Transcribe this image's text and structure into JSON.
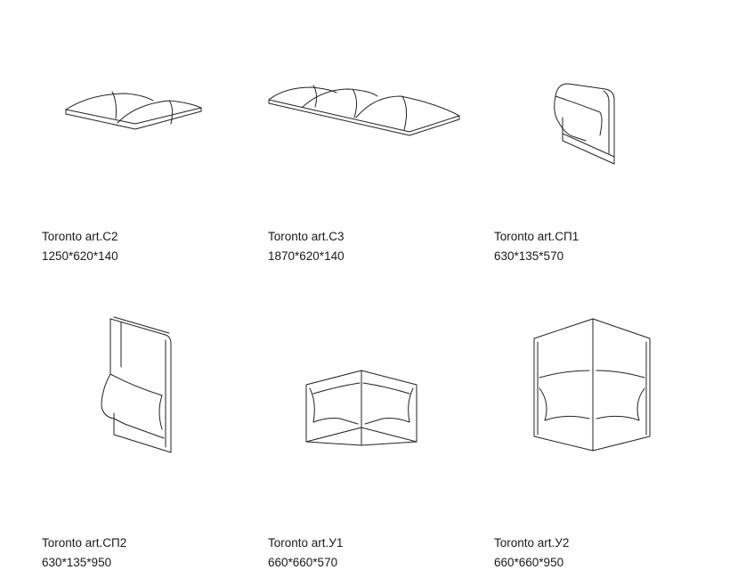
{
  "products": [
    {
      "name": "Toronto art.C2",
      "dims": "1250*620*140",
      "icon": "two-seat-cushion"
    },
    {
      "name": "Toronto art.C3",
      "dims": "1870*620*140",
      "icon": "three-seat-cushion"
    },
    {
      "name": "Toronto art.СП1",
      "dims": "630*135*570",
      "icon": "back-panel-low"
    },
    {
      "name": "Toronto art.СП2",
      "dims": "630*135*950",
      "icon": "back-panel-high"
    },
    {
      "name": "Toronto art.У1",
      "dims": "660*660*570",
      "icon": "corner-panel-low"
    },
    {
      "name": "Toronto art.У2",
      "dims": "660*660*950",
      "icon": "corner-panel-high"
    }
  ]
}
